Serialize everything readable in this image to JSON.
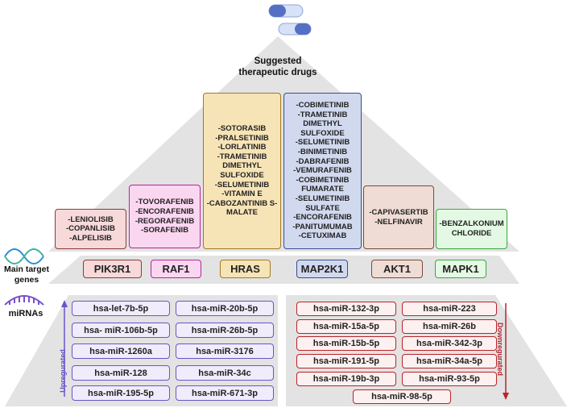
{
  "title": "Suggested therapeutic drugs",
  "colors": {
    "pyramid": "#e3e3e3",
    "pik3r1": "#f7d9d9",
    "raf1": "#fbd6f1",
    "hras": "#f7e4b6",
    "map2k1": "#d1d9ef",
    "akt1": "#efdcd4",
    "mapk1": "#e4f9e4",
    "up_accent": "#6b54c8",
    "down_accent": "#b8242a"
  },
  "drug_columns": [
    {
      "gene": "PIK3R1",
      "text": "-LENIOLISIB\n-COPANLISIB\n-ALPELISIB"
    },
    {
      "gene": "RAF1",
      "text": "-TOVORAFENIB\n-ENCORAFENIB\n-REGORAFENIB\n-SORAFENIB"
    },
    {
      "gene": "HRAS",
      "text": "-SOTORASIB\n-PRALSETINIB\n-LORLATINIB\n-TRAMETINIB\nDIMETHYL\nSULFOXIDE\n-SELUMETINIB\n-VITAMIN E\n-CABOZANTINIB S-\nMALATE"
    },
    {
      "gene": "MAP2K1",
      "text": "-COBIMETINIB\n-TRAMETINIB\nDIMETHYL\nSULFOXIDE\n-SELUMETINIB\n-BINIMETINIB\n-DABRAFENIB\n-VEMURAFENIB\n-COBIMETINIB\nFUMARATE\n-SELUMETINIB\nSULFATE\n-ENCORAFENIB\n-PANITUMUMAB\n-CETUXIMAB"
    },
    {
      "gene": "AKT1",
      "text": "-CAPIVASERTIB\n-NELFINAVIR"
    },
    {
      "gene": "MAPK1",
      "text": "-BENZALKONIUM\nCHLORIDE"
    }
  ],
  "genes_label": "Main target genes",
  "genes": [
    "PIK3R1",
    "RAF1",
    "HRAS",
    "MAP2K1",
    "AKT1",
    "MAPK1"
  ],
  "mirnas_label": "miRNAs",
  "upregulated_label": "Upregurated",
  "downregulated_label": "Downregurated",
  "upregulated": [
    "hsa-let-7b-5p",
    "hsa-miR-20b-5p",
    "hsa- miR-106b-5p",
    "hsa-miR-26b-5p",
    "hsa-miR-1260a",
    "hsa-miR-3176",
    "hsa-miR-128",
    "hsa-miR-34c",
    "hsa-miR-195-5p",
    "hsa-miR-671-3p"
  ],
  "downregulated": [
    "hsa-miR-132-3p",
    "hsa-miR-223",
    "hsa-miR-15a-5p",
    "hsa-miR-26b",
    "hsa-miR-15b-5p",
    "hsa-miR-342-3p",
    "hsa-miR-191-5p",
    "hsa-miR-34a-5p",
    "hsa-miR-19b-3p",
    "hsa-miR-93-5p",
    "hsa-miR-98-5p"
  ]
}
